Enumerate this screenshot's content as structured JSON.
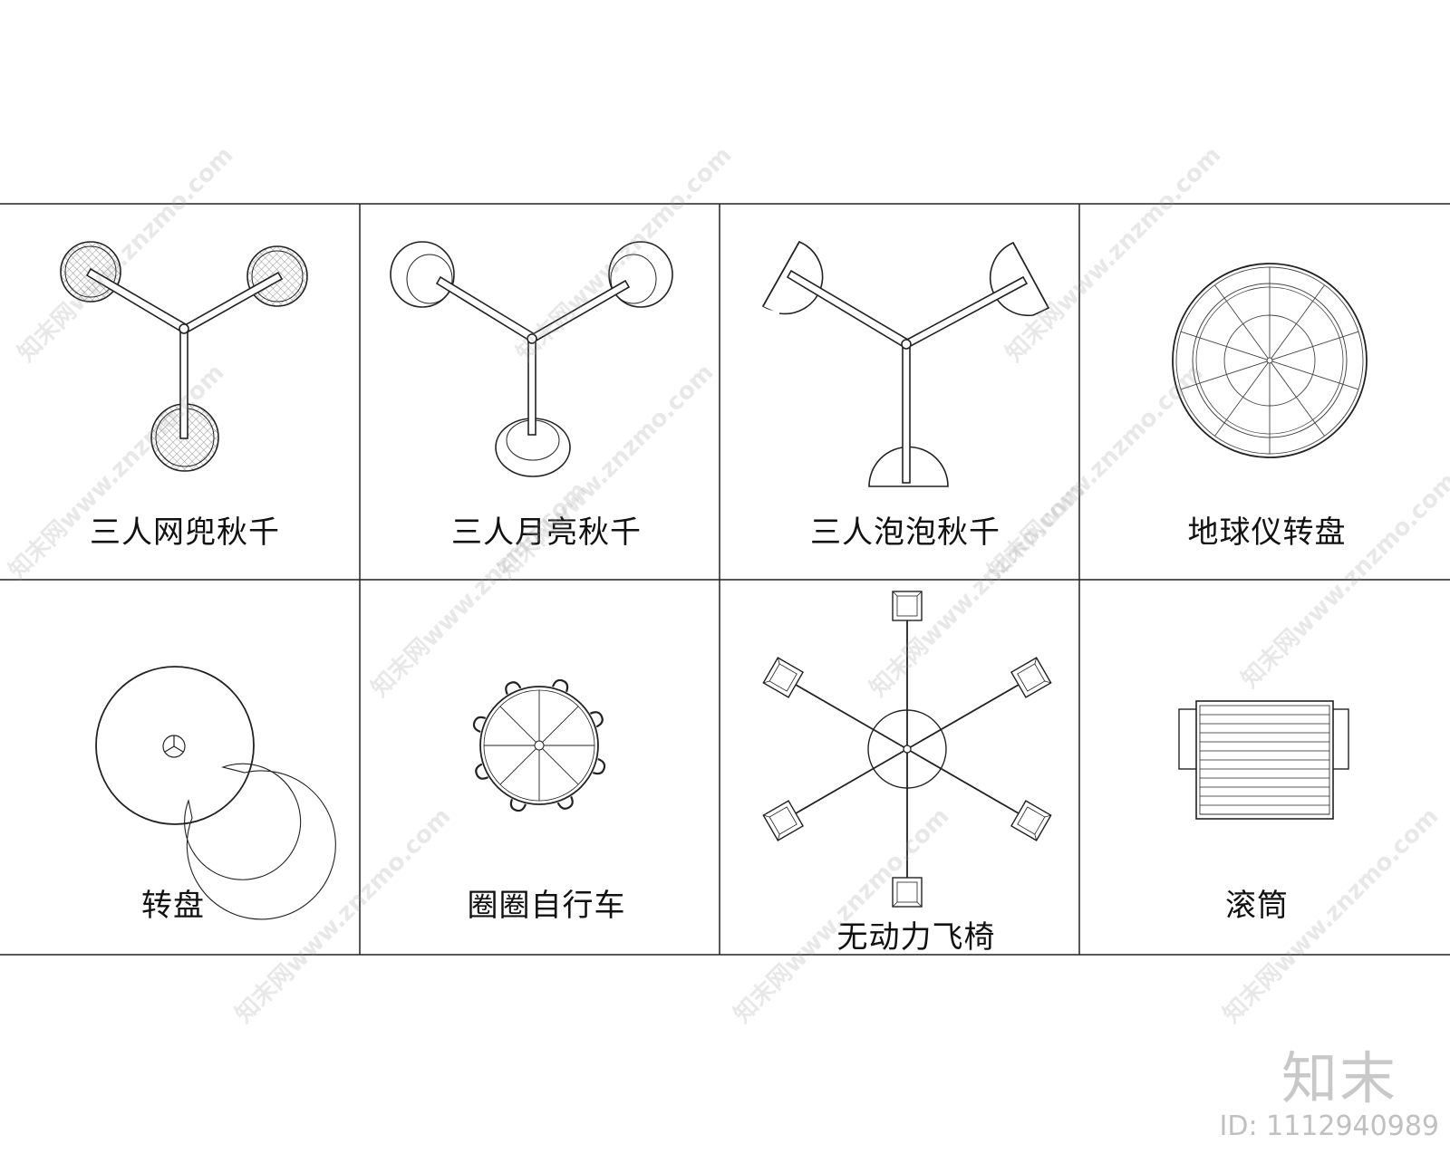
{
  "cells": [
    {
      "label": "三人网兜秋千"
    },
    {
      "label": "三人月亮秋千"
    },
    {
      "label": "三人泡泡秋千"
    },
    {
      "label": "地球仪转盘"
    },
    {
      "label": "转盘"
    },
    {
      "label": "圈圈自行车"
    },
    {
      "label": "无动力飞椅"
    },
    {
      "label": "滚筒"
    }
  ],
  "watermark": {
    "text": "知末网www.znzmo.com"
  },
  "brand": {
    "logo": "知末",
    "id": "ID: 1112940989"
  },
  "colors": {
    "line": "#222222",
    "hatch": "#9a9a9a",
    "watermark": "#969696"
  }
}
